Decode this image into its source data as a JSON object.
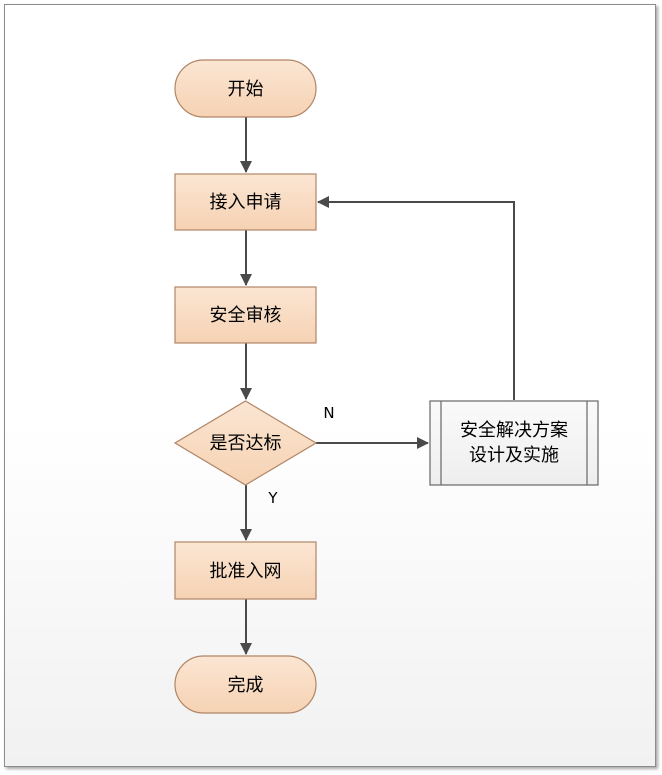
{
  "nodes": {
    "start": "开始",
    "apply": "接入申请",
    "review": "安全审核",
    "decision": "是否达标",
    "approve": "批准入网",
    "finish": "完成",
    "solution_line1": "安全解决方案",
    "solution_line2": "设计及实施"
  },
  "edges": {
    "no_label": "N",
    "yes_label": "Y"
  },
  "colors": {
    "node_fill": "#f8d9be",
    "node_stroke": "#b08566",
    "process_fill": "#f5f5f5",
    "connector": "#4a4a4a"
  }
}
